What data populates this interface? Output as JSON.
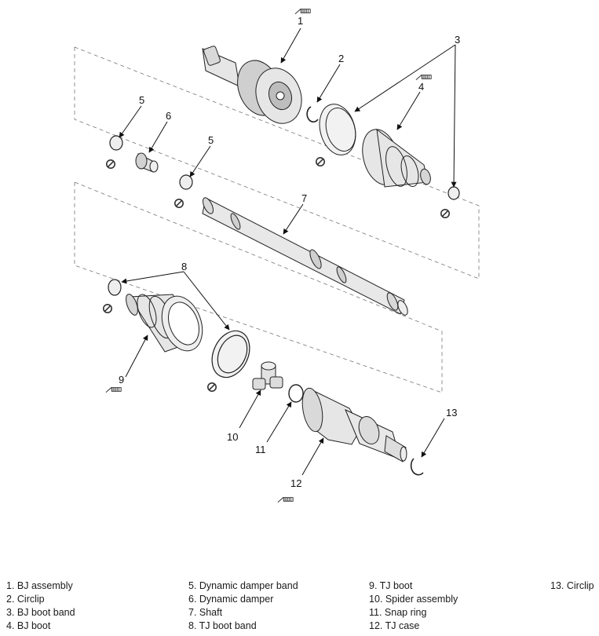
{
  "callouts": {
    "c1": "1",
    "c2": "2",
    "c3": "3",
    "c4": "4",
    "c5a": "5",
    "c5b": "5",
    "c6": "6",
    "c7": "7",
    "c8": "8",
    "c9": "9",
    "c10": "10",
    "c11": "11",
    "c12": "12",
    "c13": "13"
  },
  "legend": {
    "col1": [
      "1. BJ assembly",
      "2. Circlip",
      "3. BJ boot band",
      "4. BJ boot"
    ],
    "col2": [
      "5. Dynamic damper band",
      "6. Dynamic damper",
      "7. Shaft",
      "8. TJ boot band"
    ],
    "col3": [
      "9. TJ boot",
      "10. Spider assembly",
      "11. Snap ring",
      "12. TJ case"
    ],
    "col4": [
      "13. Circlip"
    ]
  },
  "icons": {
    "grease": "grease-tube-icon",
    "no_reuse": "do-not-reuse-icon"
  },
  "colors": {
    "line": "#222222",
    "part_fill": "#e6e6e6",
    "part_shade": "#bdbdbd",
    "background": "#ffffff"
  }
}
